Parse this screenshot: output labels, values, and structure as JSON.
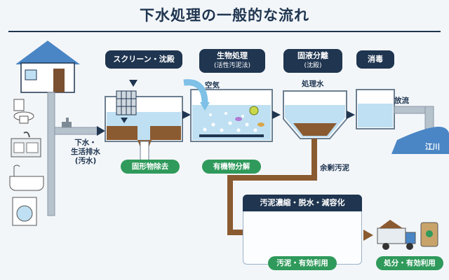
{
  "title": "下水処理の一般的な流れ",
  "stages": {
    "screen": "スクリーン・沈殿",
    "bio": "生物処理",
    "bio_sub": "(活性汚泥法)",
    "separate": "固液分離",
    "separate_sub": "(沈殿)",
    "disinfect": "消毒"
  },
  "labels": {
    "sewage_line1": "下水・",
    "sewage_line2": "生活排水",
    "sewage_line3": "(汚水)",
    "air": "空気",
    "treated": "処理水",
    "discharge": "放流",
    "river": "江川",
    "excess_sludge": "余剰汚泥"
  },
  "results": {
    "solids": "固形物除去",
    "organic": "有機物分解",
    "sludge_use": "汚泥・有効利用",
    "disposal": "処分・有効利用"
  },
  "sludge_box_title": "汚泥濃縮・脱水・減容化",
  "colors": {
    "navy": "#1f3550",
    "green": "#2f9a5b",
    "water": "#bfe0f2",
    "sludge": "#8a5a30"
  }
}
